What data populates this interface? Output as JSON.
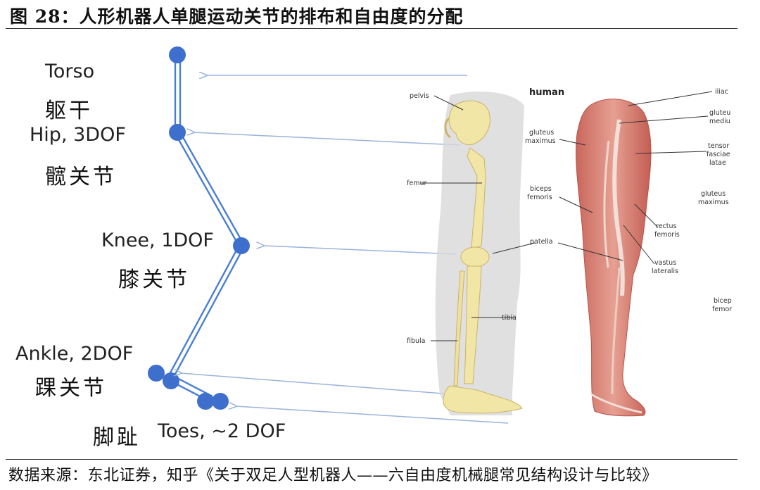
{
  "title": "图 28：人形机器人单腿运动关节的排布和自由度的分配",
  "source": "数据来源：东北证券，知乎《关于双足人型机器人——六自由度机械腿常见结构设计与比较》",
  "joints": {
    "torso_en": "Torso",
    "torso_cn": "躯干",
    "hip_en": "Hip, 3DOF",
    "hip_cn": "髋关节",
    "knee_en": "Knee, 1DOF",
    "knee_cn": "膝关节",
    "ankle_en": "Ankle, 2DOF",
    "ankle_cn": "踝关节",
    "toes_cn": "脚趾",
    "toes_en": "Toes, ~2 DOF"
  },
  "anatomy": {
    "pelvis": "pelvis",
    "femur": "femur",
    "patella": "patella",
    "tibia": "tibia",
    "fibula": "fibula",
    "human": "human",
    "gluteus_maximus_1": "gluteus",
    "gluteus_maximus_2": "maximus",
    "biceps_femoris_1": "biceps",
    "biceps_femoris_2": "femoris",
    "rectus_femoris_1": "rectus",
    "rectus_femoris_2": "femoris",
    "vastus_lateralis_1": "vastus",
    "vastus_lateralis_2": "lateralis",
    "iliac": "iliac",
    "gluteus_medius_1": "gluteu",
    "gluteus_medius_2": "mediu",
    "tensor_1": "tensor",
    "tensor_2": "fasciae",
    "tensor_3": "latae",
    "gluteus_max_r_1": "gluteus",
    "gluteus_max_r_2": "maximus",
    "biceps_r_1": "bicep",
    "biceps_r_2": "femor"
  },
  "colors": {
    "skeleton": "#4a7fd0",
    "joint": "#3f6fcc",
    "arrow": "#9bb3db",
    "bone": "#f2e6a6",
    "muscle": "#dd8a7e",
    "shadow": "#d8d8d8"
  }
}
